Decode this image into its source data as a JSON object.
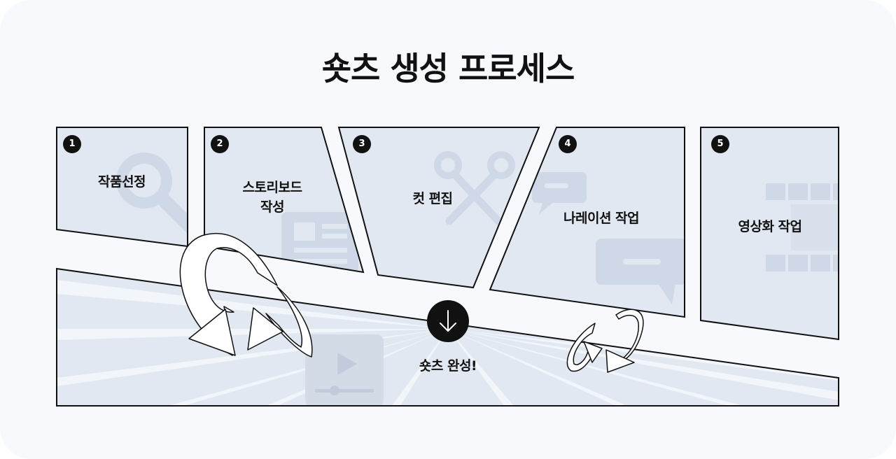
{
  "title": "숏츠 생성 프로세스",
  "steps": [
    {
      "number": "1",
      "label": "작품선정",
      "icon": "magnifier-icon"
    },
    {
      "number": "2",
      "label": "스토리보드\n작성",
      "icon": "storyboard-icon"
    },
    {
      "number": "3",
      "label": "컷 편집",
      "icon": "scissors-icon"
    },
    {
      "number": "4",
      "label": "나레이션 작업",
      "icon": "speech-bubble-icon"
    },
    {
      "number": "5",
      "label": "영상화 작업",
      "icon": "film-strip-icon"
    }
  ],
  "result": {
    "label": "숏츠 완성!",
    "icon": "video-player-icon"
  },
  "colors": {
    "background": "#f7f9fd",
    "panel": "#e2e8f1",
    "icon": "#cfd8e6",
    "outline": "#111111"
  }
}
